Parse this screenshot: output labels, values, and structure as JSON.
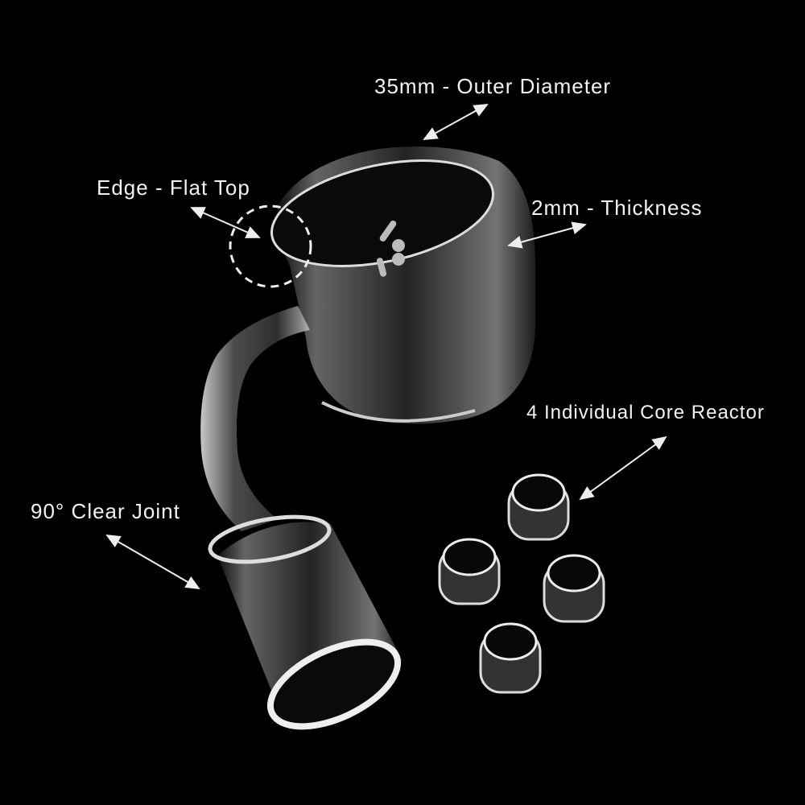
{
  "image": {
    "description": "Product photo of clear quartz banger with core reactor inserts on black background",
    "background": "#000000",
    "text_color": "#f2f2f2"
  },
  "labels": {
    "outer_diameter": "35mm - Outer Diameter",
    "flat_top": "Edge - Flat Top",
    "thickness": "2mm - Thickness",
    "core_reactor": "4 Individual Core Reactor",
    "joint": "90° Clear Joint"
  }
}
